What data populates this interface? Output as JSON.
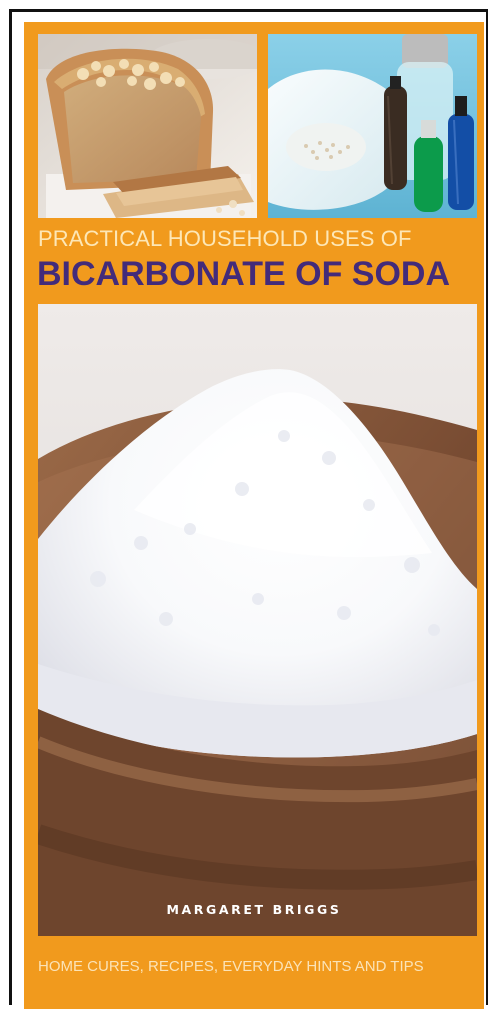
{
  "cover": {
    "title_line_1": "PRACTICAL HOUSEHOLD USES OF",
    "title_line_2": "BICARBONATE OF SODA",
    "author": "MARGARET BRIGGS",
    "tagline": "HOME CURES, RECIPES, EVERYDAY HINTS AND TIPS"
  },
  "colors": {
    "background": "#f19a1d",
    "title_small": "#fde7b6",
    "title_large": "#432b7a",
    "author": "#ffffff",
    "tagline": "#fbe3b7"
  }
}
